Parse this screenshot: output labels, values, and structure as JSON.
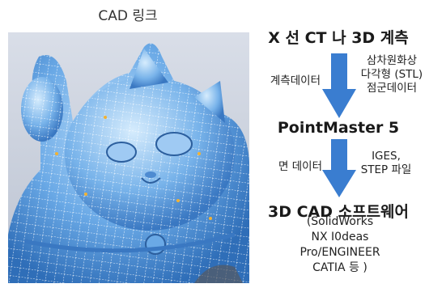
{
  "model_caption": "CAD 링크",
  "model_image": {
    "description_icon": "scanned-cat-figurine-mesh",
    "surface_color": "#6aa9e6",
    "grid_color": "#ffffff",
    "background_color": "#cfd5df"
  },
  "workflow": {
    "arrow_color": "#3a7dd0",
    "steps": [
      {
        "label": "X 선 CT 나 3D 계측"
      },
      {
        "label": "PointMaster 5"
      },
      {
        "label": "3D CAD 소프트웨어"
      }
    ],
    "transitions": [
      {
        "left_note": "계측데이터",
        "right_note": [
          "삼차원화상",
          "다각형 (STL)",
          "점군데이터"
        ]
      },
      {
        "left_note": "면 데이터",
        "right_note": [
          "IGES,",
          "STEP 파일"
        ]
      }
    ],
    "cad_software": [
      "(SolidWorks",
      "NX I0deas",
      "Pro/ENGINEER",
      "CATIA 등 )"
    ]
  }
}
